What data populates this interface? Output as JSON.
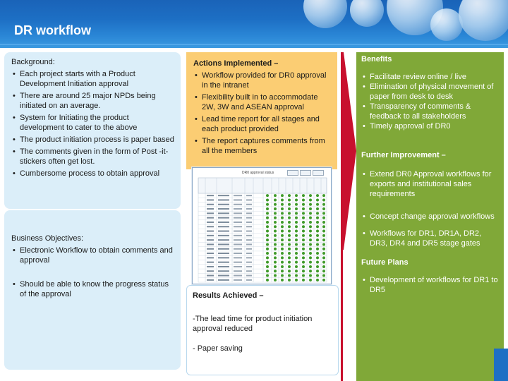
{
  "header": {
    "title": "DR workflow"
  },
  "background": {
    "heading": "Background:",
    "items": [
      "Each project starts with a Product Development Initiation approval",
      "There are around 25 major NPDs being initiated on an average.",
      "System for Initiating the product development to cater to the above",
      "The product initiation process is paper based",
      "The comments given in the form of Post -it-stickers often get lost.",
      "Cumbersome process to obtain approval"
    ]
  },
  "objectives": {
    "heading": "Business Objectives:",
    "items": [
      "Electronic Workflow to obtain comments and approval",
      "Should be able to know the progress status of the approval"
    ]
  },
  "actions": {
    "heading": "Actions Implemented –",
    "items": [
      "Workflow provided for DR0 approval in the intranet",
      "Flexibility built in to accommodate 2W, 3W and ASEAN approval",
      "Lead time report for all stages and each product provided",
      "The report captures comments from all the members"
    ]
  },
  "results": {
    "heading": "Results Achieved –",
    "line1": "-The lead time for product initiation approval reduced",
    "line2": "- Paper saving"
  },
  "benefits": {
    "heading": "Benefits",
    "items": [
      "Facilitate review online / live",
      "Elimination of physical movement of paper from desk to desk",
      "Transparency of comments & feedback to all stakeholders",
      "Timely approval of DR0"
    ]
  },
  "further": {
    "heading": "Further Improvement –",
    "items": [
      "Extend DR0 Approval workflows for exports and institutional sales requirements",
      "Concept change approval workflows",
      "Workflows for DR1, DR1A, DR2, DR3, DR4 and DR5 stage gates"
    ]
  },
  "future": {
    "heading": "Future Plans",
    "items": [
      "Development of workflows for DR1 to DR5"
    ]
  },
  "report_screenshot": {
    "title": "DR0 approval status"
  },
  "colors": {
    "header": "#1d6fc4",
    "background_box": "#dbeef9",
    "actions_box": "#fbcd73",
    "benefits_box": "#80a838",
    "arrow": "#c8102e",
    "status_green": "#3f9a2a"
  }
}
